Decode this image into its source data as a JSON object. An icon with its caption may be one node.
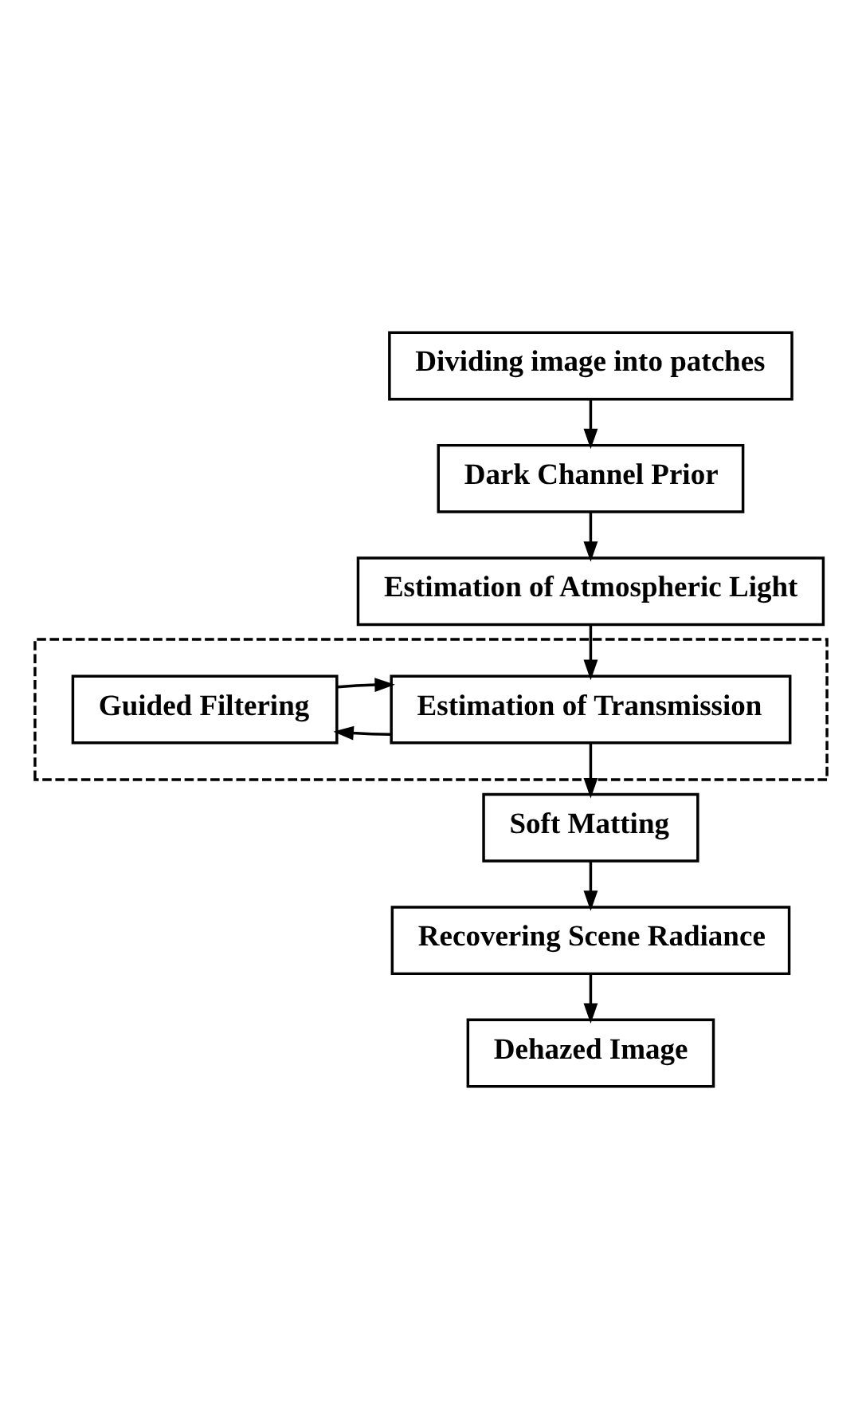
{
  "diagram": {
    "nodes": [
      {
        "text": [
          "Dividing image into patches"
        ]
      },
      {
        "text": [
          "Dark Channel Prior"
        ]
      },
      {
        "text": [
          "Estimation of Atmospheric Light"
        ]
      },
      {
        "text": [],
        "shape": "box"
      },
      {
        "text": [
          "Estimation of Transmission"
        ],
        "in": 3
      },
      {
        "text": [
          "Guided Filtering"
        ],
        "in": 3
      },
      {
        "text": [
          "Soft Matting"
        ]
      },
      {
        "text": [
          "Recovering Scene Radiance"
        ]
      },
      {
        "text": [
          "Dehazed Image"
        ]
      }
    ],
    "edges": [
      {
        "from": 0,
        "to": 1,
        "arrow": "to"
      },
      {
        "from": 1,
        "to": 2,
        "arrow": "to"
      },
      {
        "from": 2,
        "to": 4,
        "arrow": "to"
      },
      {
        "from": 4,
        "to": 5,
        "arrow": "to"
      },
      {
        "from": 5,
        "to": 4,
        "arrow": "to"
      },
      {
        "from": 4,
        "to": 6,
        "arrow": "to"
      },
      {
        "from": 6,
        "to": 7,
        "arrow": "to"
      },
      {
        "from": 7,
        "to": 8,
        "arrow": "to"
      }
    ]
  }
}
